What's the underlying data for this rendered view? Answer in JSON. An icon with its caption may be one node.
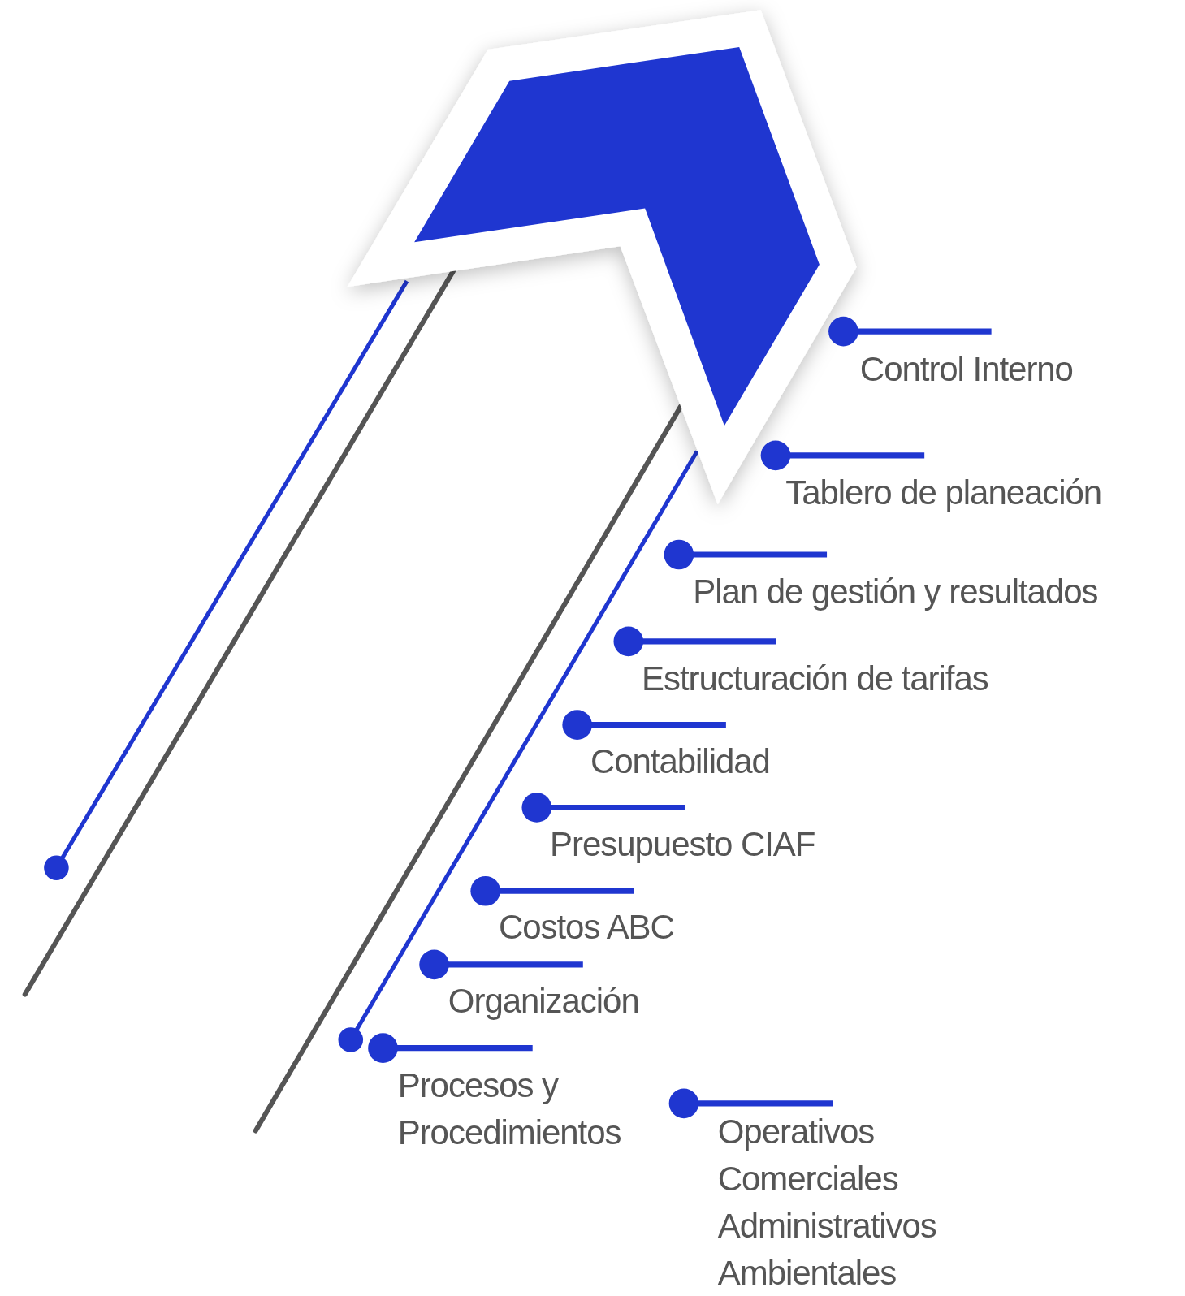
{
  "diagram": {
    "labels": [
      "Control Interno",
      "Tablero de planeación",
      "Plan de gestión y resultados",
      "Estructuración de tarifas",
      "Contabilidad",
      "Presupuesto CIAF",
      "Costos ABC",
      "Organización",
      "Procesos y Procedimientos",
      "Operativos",
      "Comerciales",
      "Administrativos",
      "Ambientales"
    ]
  }
}
